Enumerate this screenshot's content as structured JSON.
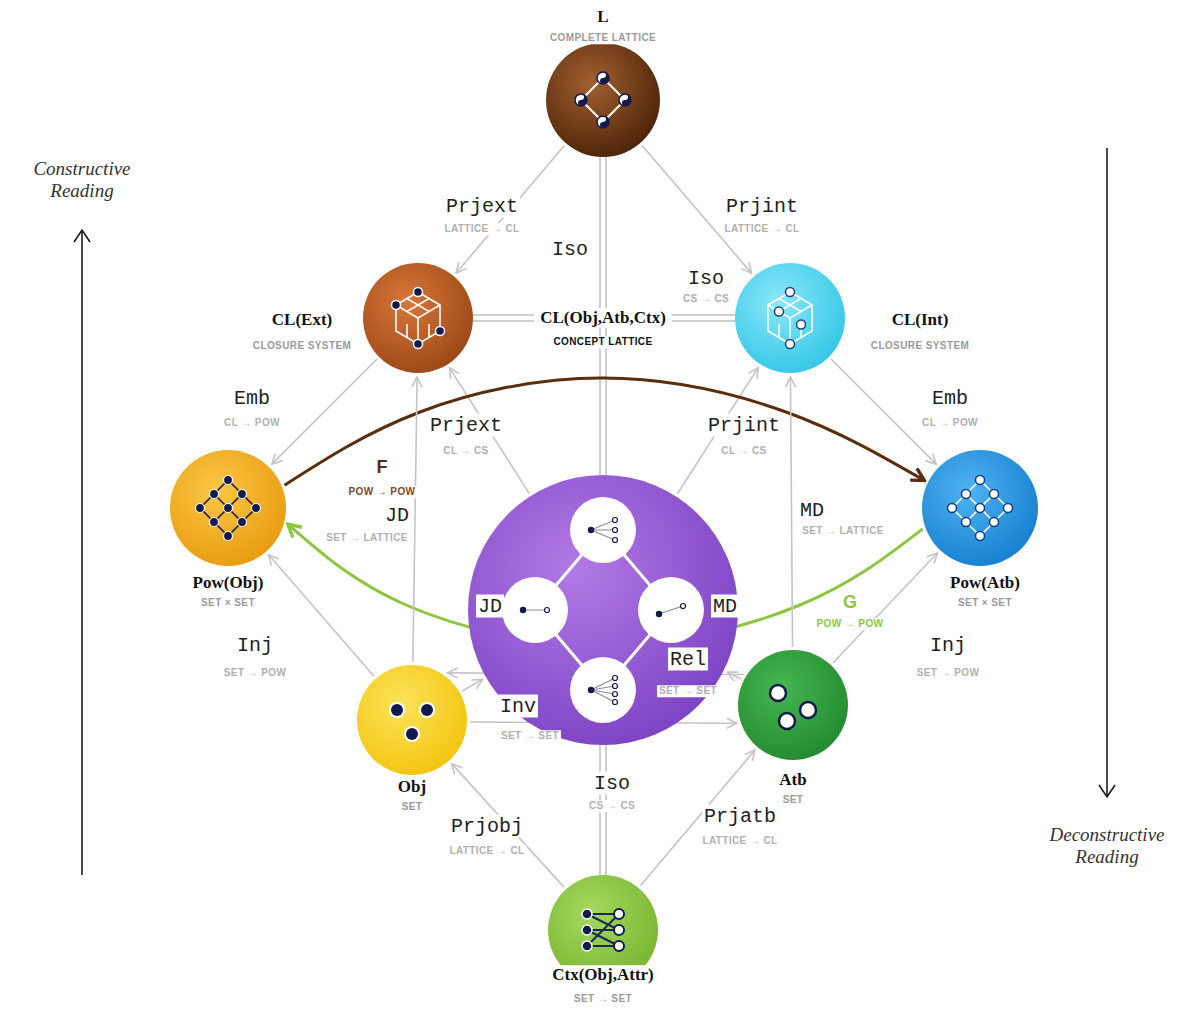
{
  "diagram": {
    "nodes": [
      {
        "text": [
          "L",
          "COMPLETE LATTICE"
        ]
      },
      {
        "text": [
          "CL(Ext)",
          "CLOSURE SYSTEM"
        ]
      },
      {
        "text": [
          "CL(Int)",
          "CLOSURE SYSTEM"
        ]
      },
      {
        "text": [
          "CL(Obj,Atb,Ctx)",
          "CONCEPT LATTICE"
        ]
      },
      {
        "text": [
          "Pow(Obj)",
          "SET × SET"
        ]
      },
      {
        "text": [
          "Pow(Atb)",
          "SET × SET"
        ]
      },
      {
        "text": [
          "Obj",
          "SET"
        ]
      },
      {
        "text": [
          "Atb",
          "SET"
        ]
      },
      {
        "text": [
          "Ctx(Obj,Attr)",
          "SET → SET"
        ]
      }
    ],
    "edges": [
      {
        "from": 0,
        "to": 1,
        "arrow": "to",
        "label": "Prjext"
      },
      {
        "from": 0,
        "to": 2,
        "arrow": "to",
        "label": "Prjint"
      },
      {
        "from": 0,
        "to": 3,
        "arrow": "none",
        "label": "Iso"
      },
      {
        "from": 1,
        "to": 3,
        "arrow": "none"
      },
      {
        "from": 3,
        "to": 2,
        "arrow": "none",
        "label": "Iso"
      },
      {
        "from": 1,
        "to": 4,
        "arrow": "to",
        "label": "Emb"
      },
      {
        "from": 2,
        "to": 5,
        "arrow": "to",
        "label": "Emb"
      },
      {
        "from": 3,
        "to": 1,
        "arrow": "to",
        "label": "Prjext"
      },
      {
        "from": 3,
        "to": 2,
        "arrow": "to",
        "label": "Prjint"
      },
      {
        "from": 4,
        "to": 5,
        "arrow": "to",
        "label": "F"
      },
      {
        "from": 5,
        "to": 4,
        "arrow": "to",
        "label": "G"
      },
      {
        "from": 6,
        "to": 1,
        "arrow": "to",
        "label": "JD"
      },
      {
        "from": 7,
        "to": 2,
        "arrow": "to",
        "label": "MD"
      },
      {
        "from": 6,
        "to": 3,
        "arrow": "to",
        "label": "JD"
      },
      {
        "from": 7,
        "to": 3,
        "arrow": "to",
        "label": "MD"
      },
      {
        "from": 6,
        "to": 4,
        "arrow": "to",
        "label": "Inj"
      },
      {
        "from": 7,
        "to": 5,
        "arrow": "to",
        "label": "Inj"
      },
      {
        "from": 7,
        "to": 6,
        "arrow": "to",
        "label": "Rel"
      },
      {
        "from": 6,
        "to": 7,
        "arrow": "to",
        "label": "Inv"
      },
      {
        "from": 8,
        "to": 6,
        "arrow": "to",
        "label": "Prjobj"
      },
      {
        "from": 8,
        "to": 7,
        "arrow": "to",
        "label": "Prjatb"
      },
      {
        "from": 8,
        "to": 3,
        "arrow": "none",
        "label": "Iso"
      }
    ],
    "labels": [
      "LATTICE → CL",
      "LATTICE → CL",
      "CS → CS",
      "CL → POW",
      "CL → POW",
      "CL → CS",
      "CL → CS",
      "POW → POW",
      "POW → POW",
      "SET → LATTICE",
      "SET → LATTICE",
      "SET → POW",
      "SET → POW",
      "SET → SET",
      "SET → SET",
      "LATTICE → CL",
      "LATTICE → CL",
      "CS → CS",
      "Constructive Reading",
      "Deconstructive Reading"
    ]
  }
}
